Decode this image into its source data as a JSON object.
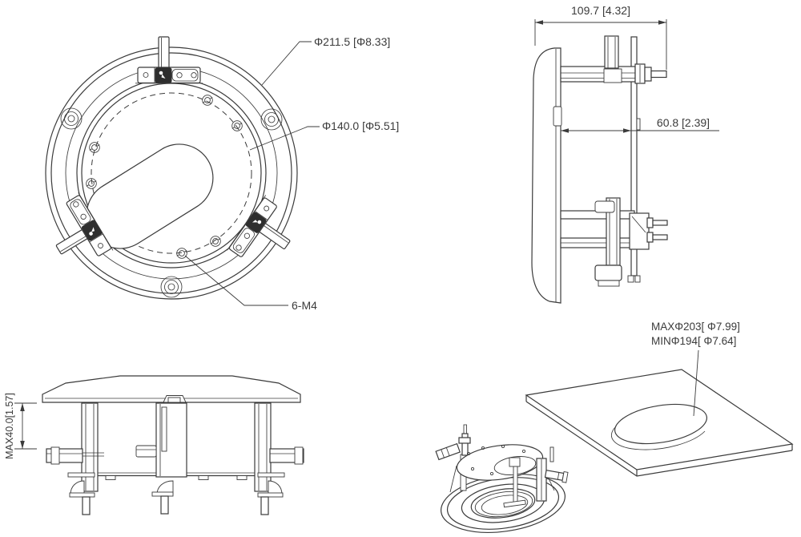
{
  "page": {
    "background": "#ffffff",
    "line_color": "#3b3b3b"
  },
  "views": {
    "top": {
      "outer_diameter": "Φ211.5 [Φ8.33]",
      "bolt_circle_diameter": "Φ140.0 [Φ5.51]",
      "screw_hole_spec": "6-M4"
    },
    "side": {
      "overall_depth": "109.7 [4.32]",
      "recess_depth": "60.8 [2.39]"
    },
    "front": {
      "clamp_range": "MAX40.0[1.57]"
    },
    "installation": {
      "hole_max": "MAXΦ203[ Φ7.99]",
      "hole_min": "MINΦ194[ Φ7.64]"
    }
  }
}
